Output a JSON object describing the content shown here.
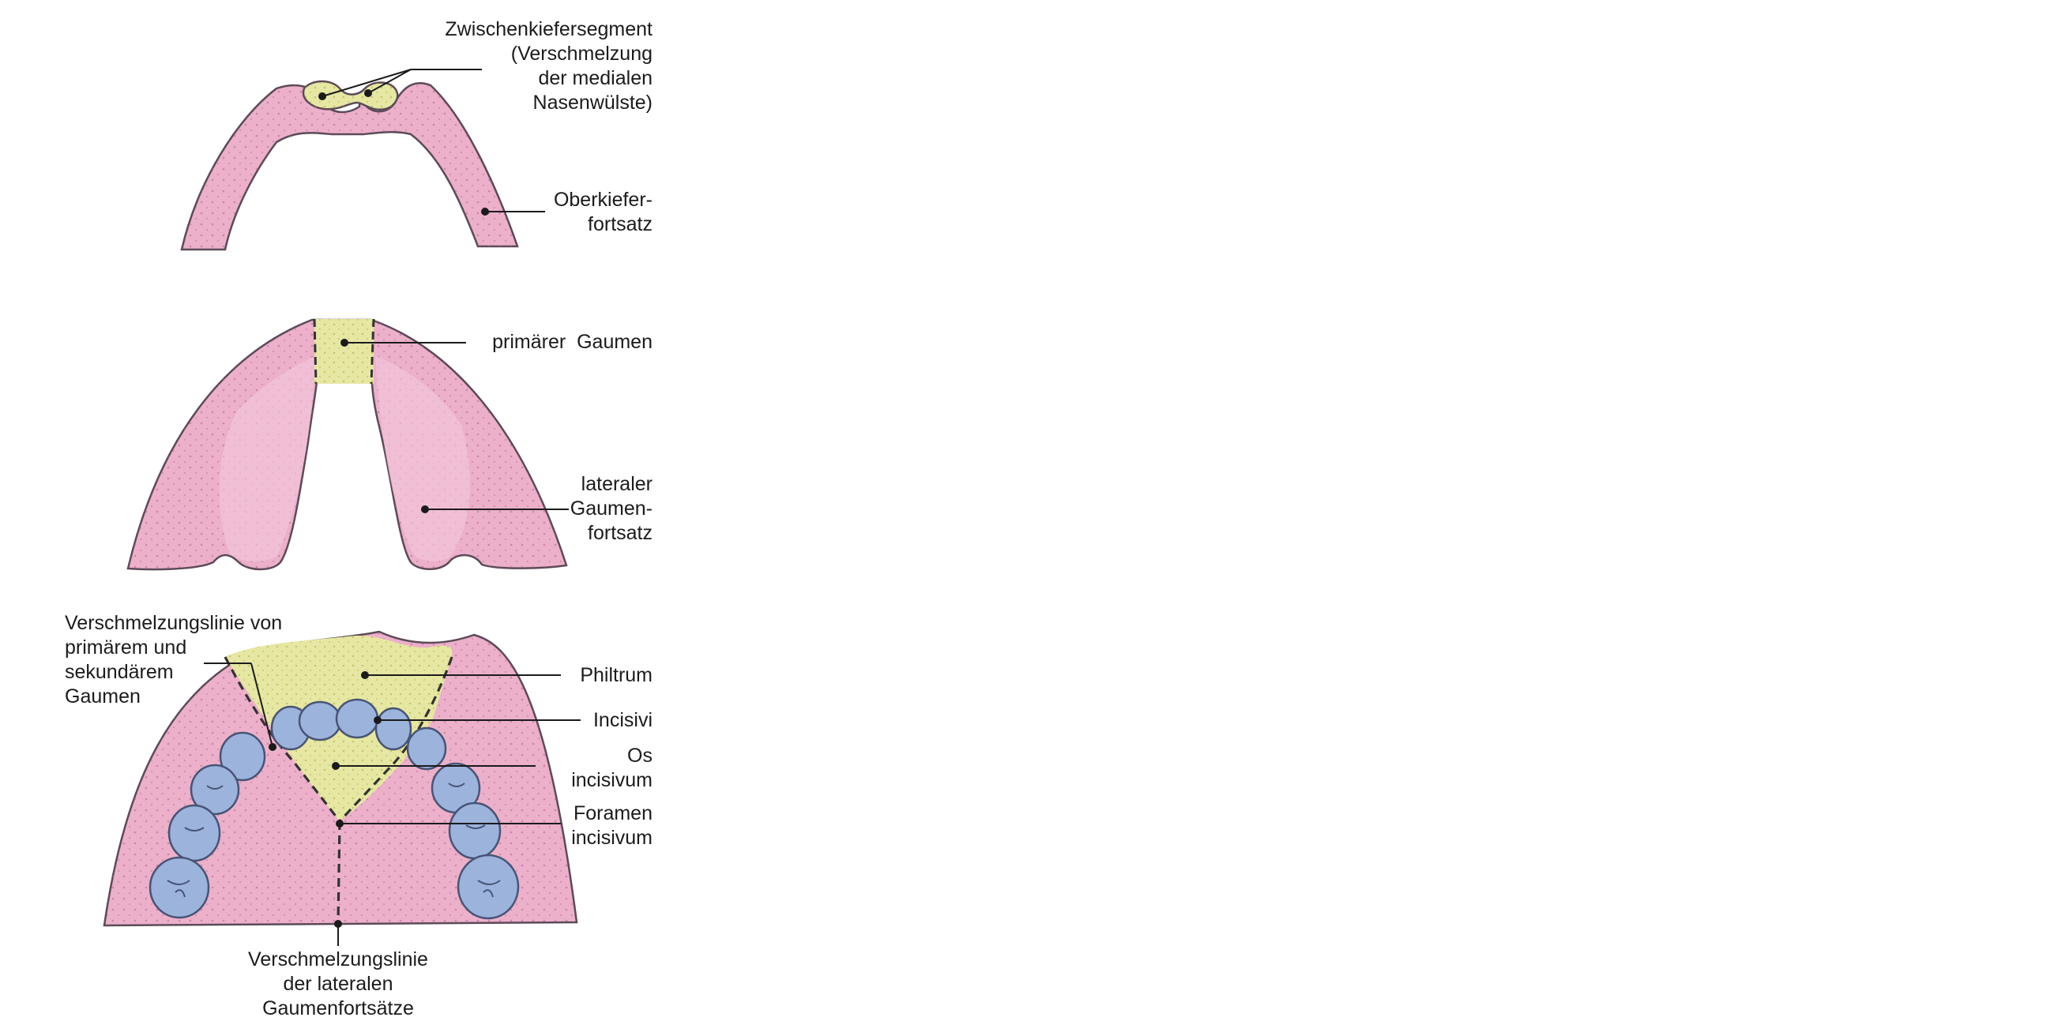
{
  "colors": {
    "tissue": "#ecb0cb",
    "tissue_edge": "#5c4a58",
    "stipple": "#b4648c",
    "segment": "#e6e7a2",
    "segment_dark": "#c8cb68",
    "tooth": "#9cb3dc",
    "tooth_edge": "#475475",
    "leader": "#1b1b1b"
  },
  "labels": {
    "zwischenkiefer": [
      "Zwischenkiefersegment",
      "(Verschmelzung",
      "der medialen",
      "Nasenwülste)"
    ],
    "oberkiefer": [
      "Oberkiefer-",
      "fortsatz"
    ],
    "primaerer_gaumen": [
      "primärer  Gaumen"
    ],
    "lateraler": [
      "lateraler",
      "Gaumen-",
      "fortsatz"
    ],
    "verschmelzung_primaer": [
      "Verschmelzungslinie von",
      "primärem und",
      "sekundärem",
      "Gaumen"
    ],
    "philtrum": [
      "Philtrum"
    ],
    "incisivi": [
      "Incisivi"
    ],
    "os_incisivum": [
      "Os",
      "incisivum"
    ],
    "foramen": [
      "Foramen",
      "incisivum"
    ],
    "verschmelzung_lateral": [
      "Verschmelzungslinie",
      "der lateralen",
      "Gaumenfortsätze"
    ]
  }
}
